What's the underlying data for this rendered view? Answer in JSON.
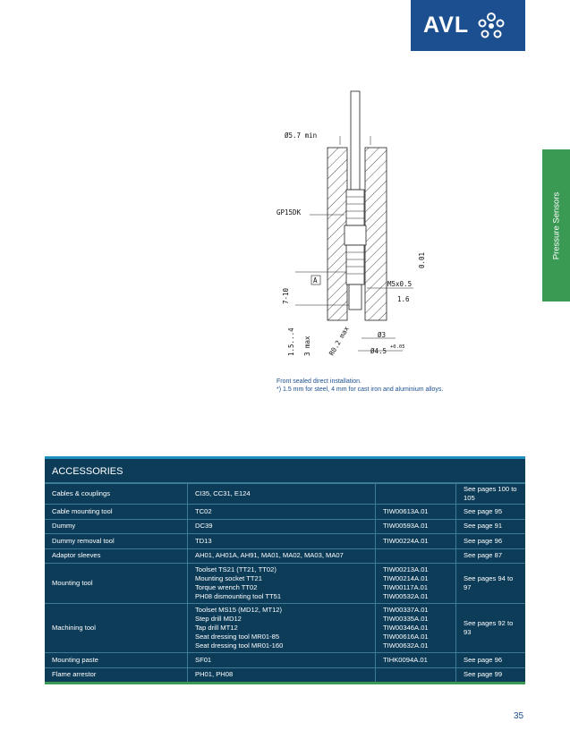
{
  "brand": {
    "name": "AVL"
  },
  "side_tab": {
    "label": "Pressure Sensors"
  },
  "drawing": {
    "dims": [
      "Ø5.7 min",
      "GP15DK",
      "M5x0.5",
      "0.01",
      "A",
      "1.6",
      "7-10",
      "1.5...4",
      "3 max",
      "R0.2 max",
      "Ø3",
      "Ø4.5",
      "+0.05"
    ]
  },
  "caption": {
    "line1": "Front sealed direct installation.",
    "line2": "*) 1.5 mm for steel, 4 mm for cast iron and aluminium alloys."
  },
  "accessories": {
    "title": "ACCESSORIES",
    "rows": [
      {
        "name": "Cables & couplings",
        "items": "CI35, CC31, E124",
        "codes": "",
        "ref": "See pages 100 to 105"
      },
      {
        "name": "Cable mounting tool",
        "items": "TC02",
        "codes": "TIW00613A.01",
        "ref": "See page 95"
      },
      {
        "name": "Dummy",
        "items": "DC39",
        "codes": "TIW00593A.01",
        "ref": "See page 91"
      },
      {
        "name": "Dummy removal tool",
        "items": "TD13",
        "codes": "TIW00224A.01",
        "ref": "See page 96"
      },
      {
        "name": "Adaptor sleeves",
        "items": "AH01, AH01A, AH91, MA01, MA02, MA03, MA07",
        "codes": "",
        "ref": "See page 87"
      },
      {
        "name": "Mounting tool",
        "items": "Toolset TS21 (TT21, TT02)\nMounting socket TT21\nTorque wrench TT02\nPH08 dismounting tool TT51",
        "codes": "TIW00213A.01\nTIW00214A.01\nTIW00117A.01\nTIW00532A.01",
        "ref": "See pages 94 to 97"
      },
      {
        "name": "Machining tool",
        "items": "Toolset MS15 (MD12, MT12)\nStep drill MD12\nTap drill MT12\nSeat dressing tool MR01-85\nSeat dressing tool MR01-160",
        "codes": "TIW00337A.01\nTIW00335A.01\nTIW00346A.01\nTIW00616A.01\nTIW00632A.01",
        "ref": "See pages 92 to 93"
      },
      {
        "name": "Mounting paste",
        "items": "SF01",
        "codes": "TIHK0094A.01",
        "ref": "See page 96"
      },
      {
        "name": "Flame arrestor",
        "items": "PH01, PH08",
        "codes": "",
        "ref": "See page 99"
      }
    ]
  },
  "page_number": "35",
  "colors": {
    "brand_blue": "#1b4f8f",
    "table_bg": "#0d3c58",
    "accent_green": "#3a9a54",
    "accent_cyan": "#1e8fbf"
  }
}
